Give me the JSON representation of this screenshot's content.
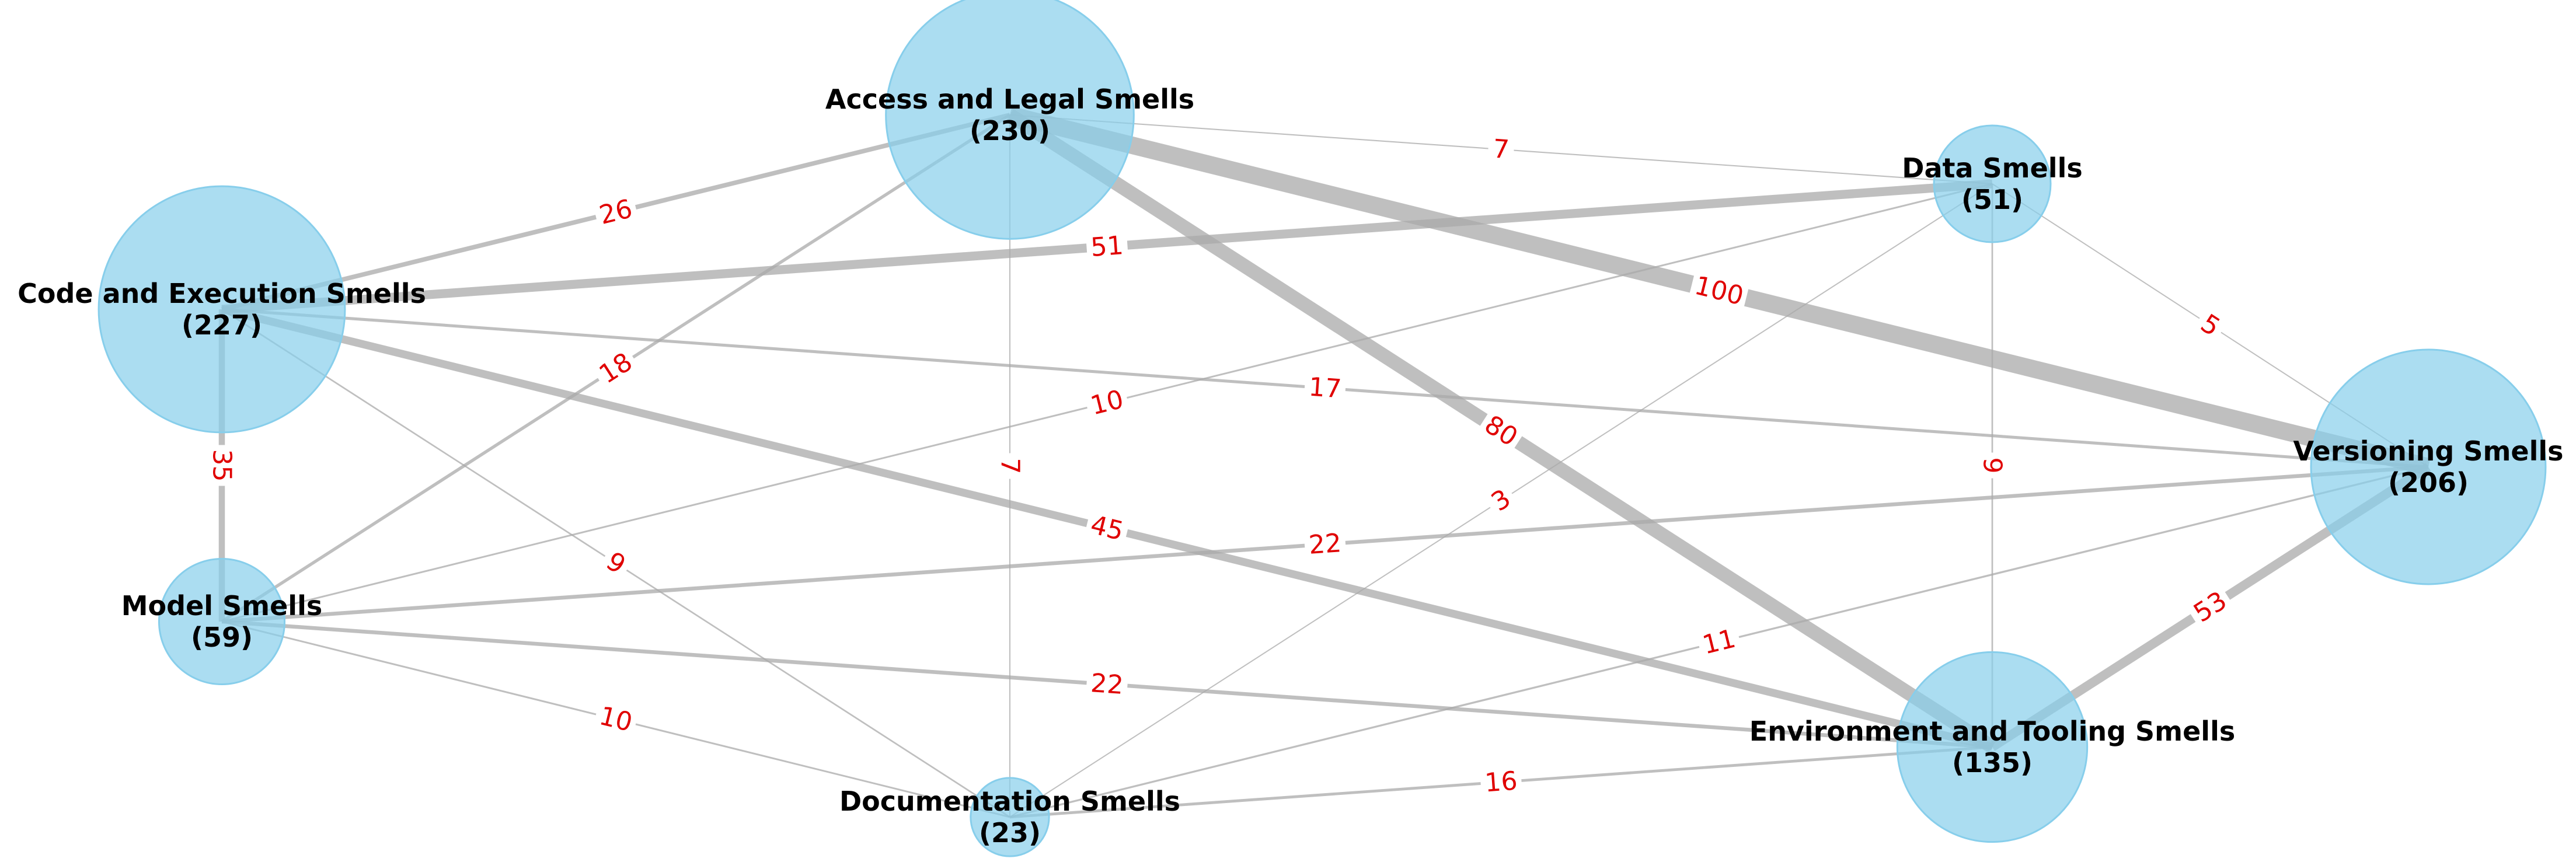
{
  "nodes": [
    {
      "id": "access",
      "name": "Access and Legal Smells",
      "count": "(230)",
      "value": 230
    },
    {
      "id": "data",
      "name": "Data Smells",
      "count": "(51)",
      "value": 51
    },
    {
      "id": "code",
      "name": "Code and Execution Smells",
      "count": "(227)",
      "value": 227
    },
    {
      "id": "versioning",
      "name": "Versioning Smells",
      "count": "(206)",
      "value": 206
    },
    {
      "id": "model",
      "name": "Model Smells",
      "count": "(59)",
      "value": 59
    },
    {
      "id": "environment",
      "name": "Environment and Tooling Smells",
      "count": "(135)",
      "value": 135
    },
    {
      "id": "documentation",
      "name": "Documentation Smells",
      "count": "(23)",
      "value": 23
    }
  ],
  "edges": [
    {
      "source": "access",
      "target": "data",
      "weight": 7,
      "label": "7"
    },
    {
      "source": "access",
      "target": "code",
      "weight": 26,
      "label": "26"
    },
    {
      "source": "access",
      "target": "versioning",
      "weight": 100,
      "label": "100"
    },
    {
      "source": "access",
      "target": "environment",
      "weight": 80,
      "label": "80"
    },
    {
      "source": "access",
      "target": "model",
      "weight": 18,
      "label": "18"
    },
    {
      "source": "access",
      "target": "documentation",
      "weight": 7,
      "label": "7"
    },
    {
      "source": "code",
      "target": "data",
      "weight": 51,
      "label": "51"
    },
    {
      "source": "code",
      "target": "versioning",
      "weight": 17,
      "label": "17"
    },
    {
      "source": "code",
      "target": "model",
      "weight": 35,
      "label": "35"
    },
    {
      "source": "code",
      "target": "environment",
      "weight": 45,
      "label": "45"
    },
    {
      "source": "code",
      "target": "documentation",
      "weight": 9,
      "label": "9"
    },
    {
      "source": "data",
      "target": "versioning",
      "weight": 5,
      "label": "5"
    },
    {
      "source": "data",
      "target": "model",
      "weight": 10,
      "label": "10"
    },
    {
      "source": "data",
      "target": "environment",
      "weight": 9,
      "label": "9"
    },
    {
      "source": "data",
      "target": "documentation",
      "weight": 3,
      "label": "3"
    },
    {
      "source": "versioning",
      "target": "model",
      "weight": 22,
      "label": "22"
    },
    {
      "source": "versioning",
      "target": "environment",
      "weight": 53,
      "label": "53"
    },
    {
      "source": "versioning",
      "target": "documentation",
      "weight": 11,
      "label": "11"
    },
    {
      "source": "model",
      "target": "environment",
      "weight": 22,
      "label": "22"
    },
    {
      "source": "model",
      "target": "documentation",
      "weight": 10,
      "label": "10"
    },
    {
      "source": "environment",
      "target": "documentation",
      "weight": 16,
      "label": "16"
    }
  ],
  "colors": {
    "node_fill": "#87ceeb",
    "edge": "#a9a9a9",
    "edge_label": "#e00000",
    "node_label": "#000000"
  }
}
